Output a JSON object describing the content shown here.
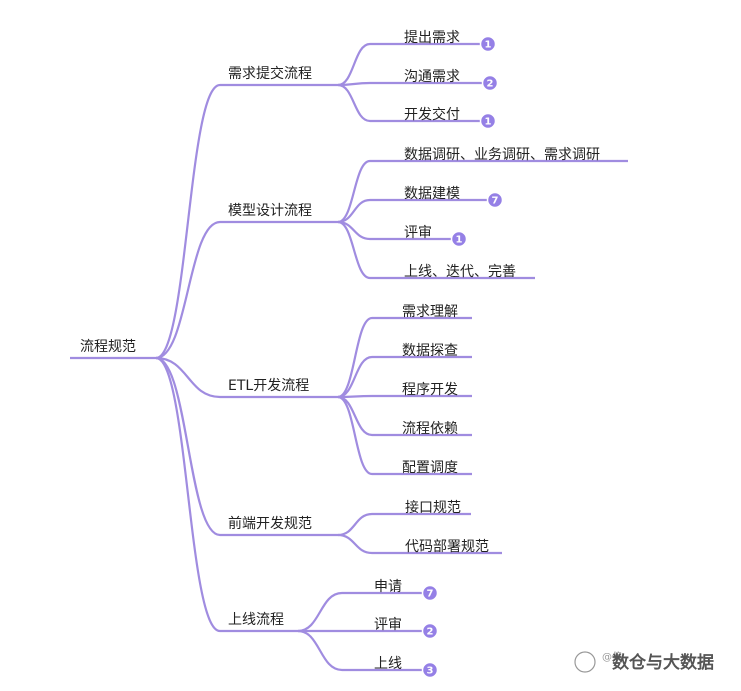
{
  "colors": {
    "line": "#a08ce0",
    "badge": "#9580e6",
    "text": "#222222"
  },
  "root": {
    "label": "流程规范"
  },
  "branches": [
    {
      "label": "需求提交流程",
      "children": [
        {
          "label": "提出需求",
          "badge": "1"
        },
        {
          "label": "沟通需求",
          "badge": "2"
        },
        {
          "label": "开发交付",
          "badge": "1"
        }
      ]
    },
    {
      "label": "模型设计流程",
      "children": [
        {
          "label": "数据调研、业务调研、需求调研"
        },
        {
          "label": "数据建模",
          "badge": "7"
        },
        {
          "label": "评审",
          "badge": "1"
        },
        {
          "label": "上线、迭代、完善"
        }
      ]
    },
    {
      "label": "ETL开发流程",
      "children": [
        {
          "label": "需求理解"
        },
        {
          "label": "数据探查"
        },
        {
          "label": "程序开发"
        },
        {
          "label": "流程依赖"
        },
        {
          "label": "配置调度"
        }
      ]
    },
    {
      "label": "前端开发规范",
      "children": [
        {
          "label": "接口规范"
        },
        {
          "label": "代码部署规范"
        }
      ]
    },
    {
      "label": "上线流程",
      "children": [
        {
          "label": "申请",
          "badge": "7"
        },
        {
          "label": "评审",
          "badge": "2"
        },
        {
          "label": "上线",
          "badge": "3"
        }
      ]
    }
  ],
  "watermark": {
    "text": "数仓与大数据",
    "prefix": "@偏"
  }
}
